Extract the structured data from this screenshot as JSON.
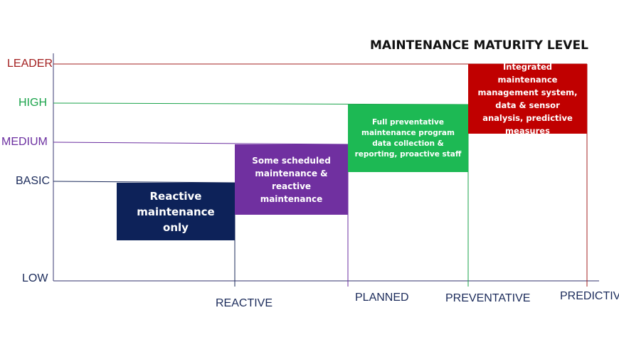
{
  "title": "MAINTENANCE MATURITY LEVEL",
  "y_levels": [
    {
      "label": "LEADER",
      "color": "#a32020"
    },
    {
      "label": "HIGH",
      "color": "#1aa34a"
    },
    {
      "label": "MEDIUM",
      "color": "#6b2fa0"
    },
    {
      "label": "BASIC",
      "color": "#1a2a5a"
    },
    {
      "label": "LOW",
      "color": "#1a2a5a"
    }
  ],
  "x_stages": [
    "REACTIVE",
    "PLANNED",
    "PREVENTATIVE",
    "PREDICTIVE"
  ],
  "boxes": [
    {
      "text": "Reactive maintenance only",
      "color": "#0d2259"
    },
    {
      "text": "Some scheduled maintenance & reactive maintenance",
      "color": "#7030a0"
    },
    {
      "text": "Full preventative maintenance program data collection & reporting, proactive staff",
      "color": "#1db954"
    },
    {
      "text": "Integrated maintenance management system, data & sensor analysis, predictive measures",
      "color": "#c00000"
    }
  ]
}
